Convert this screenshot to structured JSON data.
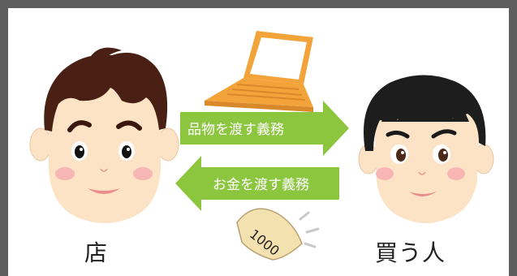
{
  "scene": {
    "arrow_right_label": "品物を渡す義務",
    "arrow_left_label": "お金を渡す義務",
    "left_person_label": "店",
    "right_person_label": "買う人",
    "banknote_text": "1000"
  },
  "colors": {
    "frame": "#5e5e5e",
    "arrow": "#8cc63f",
    "skin": "#fde3c6",
    "cheek": "#f7b6b3",
    "left_hair": "#4a2015",
    "right_hair": "#1d1d1d",
    "laptop": "#f2a33a",
    "banknote": "#f4e1b0"
  },
  "icons": {
    "left_face": "shopkeeper-face-icon",
    "right_face": "buyer-face-icon",
    "laptop": "laptop-icon",
    "banknote": "banknote-icon"
  }
}
